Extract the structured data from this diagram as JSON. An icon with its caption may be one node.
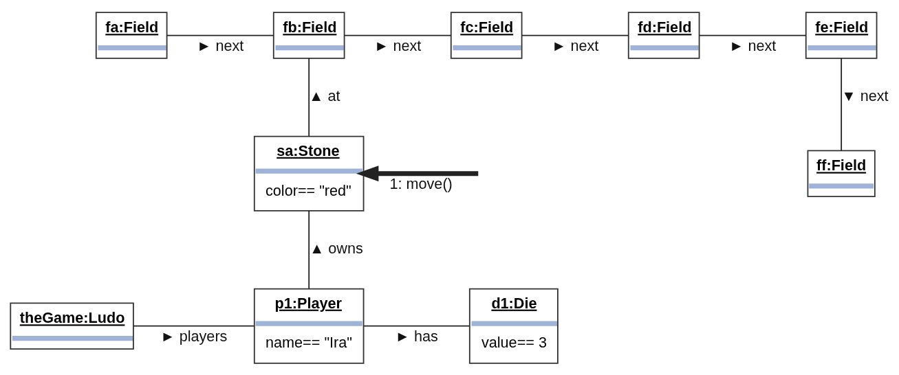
{
  "diagram": {
    "nodes": [
      {
        "text": [
          "fa:Field"
        ]
      },
      {
        "text": [
          "fb:Field"
        ]
      },
      {
        "text": [
          "fc:Field"
        ]
      },
      {
        "text": [
          "fd:Field"
        ]
      },
      {
        "text": [
          "fe:Field"
        ]
      },
      {
        "text": [
          "ff:Field"
        ]
      },
      {
        "text": [
          "sa:Stone",
          "color== \"red\""
        ]
      },
      {
        "text": [
          "theGame:Ludo"
        ]
      },
      {
        "text": [
          "p1:Player",
          "name== \"Ira\""
        ]
      },
      {
        "text": [
          "d1:Die",
          "value== 3"
        ]
      }
    ],
    "edges": [
      {
        "from": 0,
        "to": 1,
        "arrow": "none",
        "label": "► next"
      },
      {
        "from": 1,
        "to": 2,
        "arrow": "none",
        "label": "► next"
      },
      {
        "from": 2,
        "to": 3,
        "arrow": "none",
        "label": "► next"
      },
      {
        "from": 3,
        "to": 4,
        "arrow": "none",
        "label": "► next"
      },
      {
        "from": 4,
        "to": 5,
        "arrow": "none",
        "label": "▼ next"
      },
      {
        "from": 6,
        "to": 1,
        "arrow": "none",
        "label": "▲ at"
      },
      {
        "from": null,
        "to": 6,
        "arrow": "to",
        "label": "1: move()",
        "style": "thick"
      },
      {
        "from": 8,
        "to": 6,
        "arrow": "none",
        "label": "▲ owns"
      },
      {
        "from": 7,
        "to": 8,
        "arrow": "none",
        "label": "► players"
      },
      {
        "from": 8,
        "to": 9,
        "arrow": "none",
        "label": "► has"
      }
    ]
  }
}
